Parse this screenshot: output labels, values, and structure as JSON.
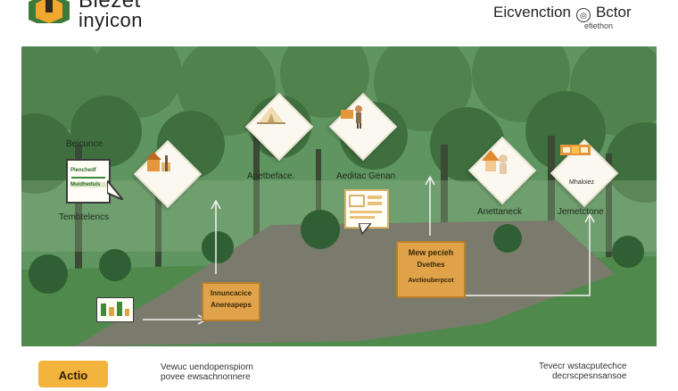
{
  "header": {
    "brand_line1": "Biezet",
    "brand_line2": "inyicon",
    "right_title_a": "Eicvenction",
    "right_title_b": "Bctor",
    "tagline": "efiethon"
  },
  "scene": {
    "labels": {
      "left_top": "Beicunce",
      "left_note_line1": "Plenchedf",
      "left_note_line2": "Muidheduls",
      "left_bottom": "Tembtelencs",
      "center_left": "Apetbeface.",
      "center_right": "Aeditac Genan",
      "right_left": "Anettaneck",
      "right_right": "Jemetctone",
      "right_diamond_text": "Mhaloiez"
    },
    "orange_center": {
      "line1": "Innuncacice",
      "line2": "Anereapeps"
    },
    "orange_right": {
      "line1": "Mew pecieh",
      "line2": "Dvethes",
      "line3": "Avctiouberpcot"
    }
  },
  "footer": {
    "action_label": "Actio",
    "center_line1": "Vewuc uendopenspiorn",
    "center_line2": "povee ewsachnonnere",
    "right_line1": "Tevecr wstacputechce",
    "right_line2": "decrscpesnsansoe"
  },
  "colors": {
    "forest_dark": "#3f6f3e",
    "forest_mid": "#5d8f5a",
    "path": "#7a7a6d",
    "accent_orange": "#e0a34a",
    "button_yellow": "#f2b43d",
    "logo_green": "#3c7a3a",
    "logo_orange": "#f2a82e"
  },
  "icons": [
    "hexagon-logo-icon",
    "compass-icon",
    "tent-icon",
    "house-icon",
    "person-icon",
    "document-icon",
    "chart-icon",
    "coins-icon"
  ]
}
